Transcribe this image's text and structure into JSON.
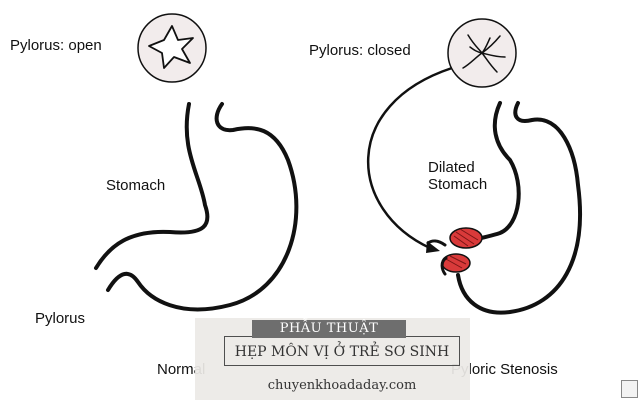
{
  "labels": {
    "pylorus_open": "Pylorus: open",
    "pylorus_closed": "Pylorus: closed",
    "stomach": "Stomach",
    "dilated_line1": "Dilated",
    "dilated_line2": "Stomach",
    "pylorus": "Pylorus",
    "normal": "Normal",
    "pyloric_stenosis": "Pyloric Stenosis"
  },
  "banner": {
    "tag": "PHẪU THUẬT",
    "title": "HẸP MÔN VỊ Ở TRẺ SƠ SINH",
    "site": "chuyenkhoadaday.com"
  },
  "colors": {
    "muscle": "#d93a3a",
    "outline": "#111111",
    "circle_fill": "#f2ecec"
  }
}
